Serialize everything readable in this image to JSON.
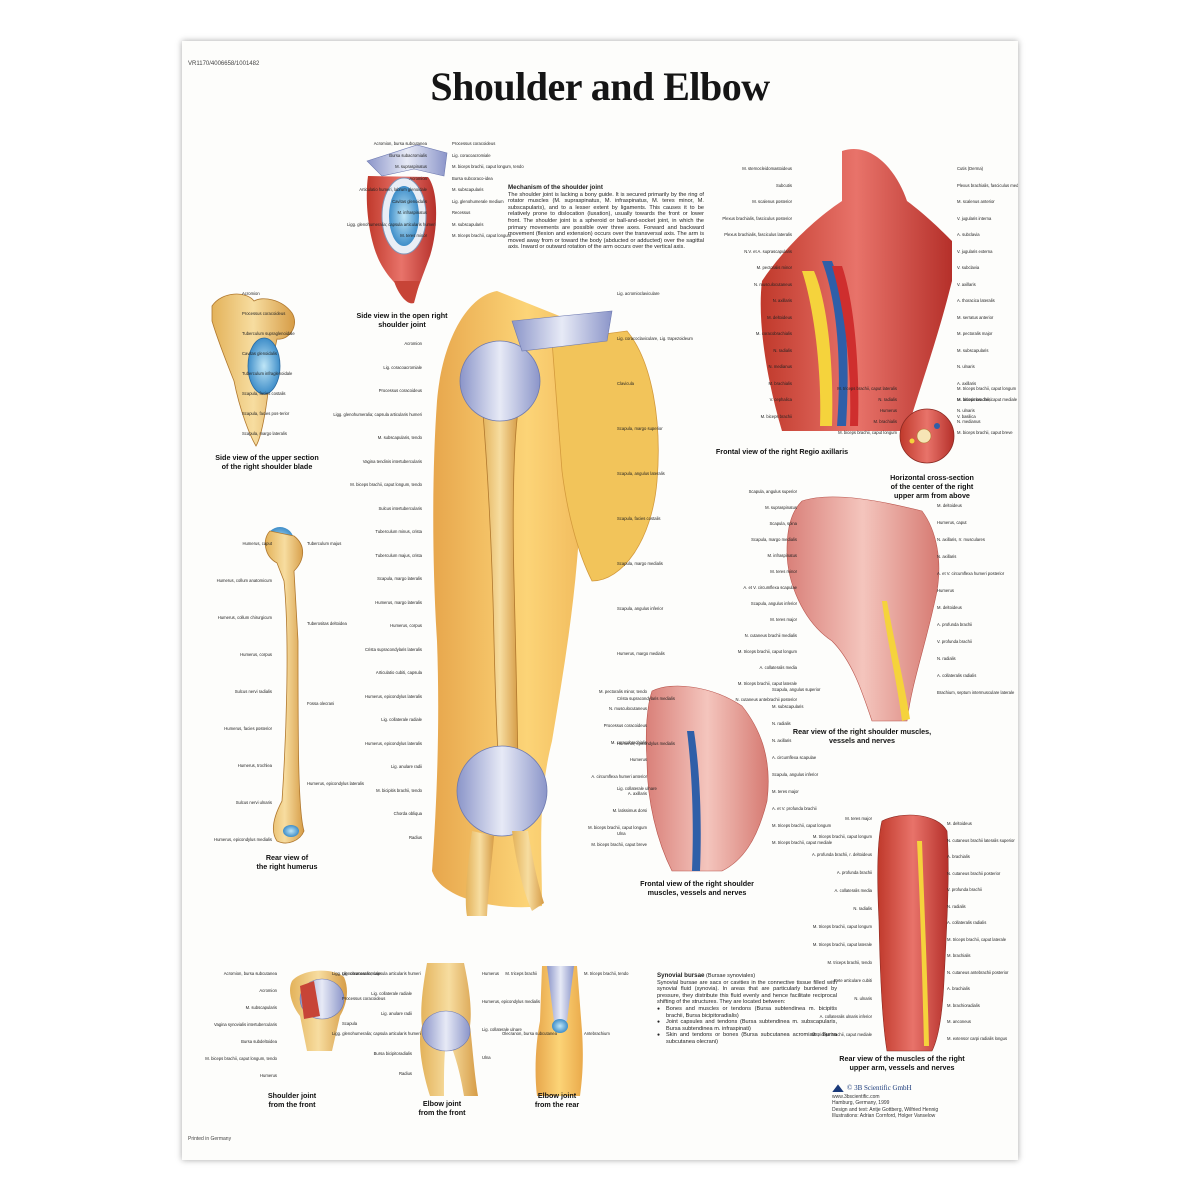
{
  "poster": {
    "code": "VR1170/4006658/1001482",
    "title": "Shoulder and Elbow",
    "printed": "Printed in Germany",
    "brand": "© 3B Scientific GmbH",
    "credits": [
      "www.3bscientific.com",
      "Hamburg, Germany, 1999",
      "Design and text: Antje Gottberg, Wilfried Hennig",
      "Illustrations: Adrian Cornford, Holger Vanselow"
    ]
  },
  "captions": {
    "open_shoulder": "Side view in the open right\nshoulder joint",
    "shoulder_blade": "Side view of the upper section\nof the right shoulder blade",
    "humerus": "Rear view of\nthe right humerus",
    "regio": "Frontal view of the right Regio axillaris",
    "cross_section": "Horizontal cross-section\nof the center of the right\nupper arm from above",
    "rear_muscles": "Rear view of the right shoulder muscles,\nvessels and nerves",
    "frontal_muscles": "Frontal view of the right shoulder\nmuscles, vessels and nerves",
    "upper_arm": "Rear view of the muscles of the right\nupper arm, vessels and nerves",
    "shoulder_front": "Shoulder joint\nfrom the front",
    "elbow_front": "Elbow joint\nfrom the front",
    "elbow_rear": "Elbow joint\nfrom the rear"
  },
  "mechanism": {
    "heading": "Mechanism of the shoulder joint",
    "body": "The shoulder joint is lacking a bony guide. It is secured primarily by the ring of rotator muscles (M. supraspinatus, M. infraspinatus, M. teres minor, M. subscapularis), and to a lesser extent by ligaments. This causes it to be relatively prone to dislocation (luxation), usually towards the front or lower front. The shoulder joint is a spheroid or ball-and-socket joint, in which the primary movements are possible over three axes. Forward and backward movement (flexion and extension) occurs over the transversal axis. The arm is moved away from or toward the body (abducted or adducted) over the sagittal axis. Inward or outward rotation of the arm occurs over the vertical axis."
  },
  "bursae": {
    "heading": "Synovial bursae",
    "heading_note": "(Bursae synoviales)",
    "body": "Synovial bursae are sacs or cavities in the connective tissue filled with synovial fluid (synovia). In areas that are particularly burdened by pressure, they distribute this fluid evenly and hence facilitate reciprocal shifting of the structures. They are located between:",
    "bullets": [
      "Bones and muscles or tendons (Bursa subtendinea m. bicipitis brachii, Bursa bicipitoradialis)",
      "Joint capsules and tendons (Bursa subtendinea m. subscapularis, Bursa subtendinea m. infraspinati)",
      "Skin and tendons or bones (Bursa subcutanea acromialis, Bursa subcutanea olecrani)"
    ]
  },
  "labels": {
    "open_left": [
      "Acromion, bursa subcutanea",
      "Bursa subacromialis",
      "M. supraspinatus",
      "Acromion",
      "Articulatio humeri, labrum glenoidale",
      "Cavitas glenoidalis",
      "M. infraspinatus",
      "Ligg. glenohumeralia; capsula articularis humeri",
      "M. teres minor"
    ],
    "open_right": [
      "Processus coracoideus",
      "Lig. coracoacromiale",
      "M. biceps brachii, caput longum, tendo",
      "Bursa subcoraco-idea",
      "M. subscapularis",
      "Lig. glenohumerale medium",
      "Recessus",
      "M. subscapularis",
      "M. triceps brachii, caput longum"
    ],
    "blade": [
      "Acromion",
      "Processus coracoideus",
      "Tuberculum supraglenoidale",
      "Cavitas glenoidalis",
      "Tuberculum infraglenoidale",
      "Scapula, facies costalis",
      "Scapula, facies pos-terior",
      "Scapula, margo lateralis"
    ],
    "humerus_left": [
      "Humerus, caput",
      "Humerus, collum anatomicum",
      "Humerus, collum chirurgicum",
      "Humerus, corpus",
      "Sulcus nervi radialis",
      "Humerus, facies posterior",
      "Humerus, trochlea",
      "Sulcus nervi ulnaris",
      "Humerus, epicondylus medialis"
    ],
    "humerus_right": [
      "Tuberculum majus",
      "Tuberositas deltoidea",
      "Fossa olecrani",
      "Humerus, epicondylus lateralis"
    ],
    "arm_left": [
      "Acromion",
      "Lig. coracoacromiale",
      "Processus coracoideus",
      "Ligg. glenohumeralia; capsula articularis humeri",
      "M. subscapularis, tendo",
      "Vagina tendinis intertubercularis",
      "M. biceps brachii, caput longum, tendo",
      "Sulcus intertubercularis",
      "Tuberculum minus, crista",
      "Tuberculum majus, crista",
      "Scapula, margo lateralis",
      "Humerus, margo lateralis",
      "Humerus, corpus",
      "Crista supracondylaris lateralis",
      "Articulatio cubiti, capsula",
      "Humerus, epicondylus lateralis",
      "Lig. collaterale radiale",
      "Humerus, epicondylus lateralis",
      "Lig. anulare radii",
      "M. bicipitis brachii, tendo",
      "Chorda obliqua",
      "Radius"
    ],
    "arm_right": [
      "Lig. acromioclaviculare",
      "Lig. coracoclaviculare, Lig. trapezoideum",
      "Clavicula",
      "Scapula, margo superior",
      "Scapula, angulus lateralis",
      "Scapula, facies costalis",
      "Scapula, margo medialis",
      "Scapula, angulus inferior",
      "Humerus, margo medialis",
      "Crista supracondylaris medialis",
      "Humerus, epicondylus medialis",
      "Lig. collaterale ulnare",
      "Ulna"
    ],
    "regio_left": [
      "M. sternocleidomastoideus",
      "Subcutis",
      "M. scalenus posterior",
      "Plexus brachialis, fasciculus posterior",
      "Plexus brachialis, fasciculus lateralis",
      "N.V. et A. suprascapularis",
      "M. pectoralis minor",
      "N. musculocutaneus",
      "N. axillaris",
      "M. deltoideus",
      "M. coracobrachialis",
      "N. radialis",
      "N. medianus",
      "M. brachialis",
      "V. cephalica",
      "M. biceps brachii"
    ],
    "regio_right": [
      "Cutis (Derma)",
      "Plexus brachialis, fasciculus medialis",
      "M. scalenus anterior",
      "V. jugularis interna",
      "A. subclavia",
      "V. jugularis externa",
      "V. subclavia",
      "V. axillaris",
      "A. thoracica lateralis",
      "M. serratus anterior",
      "M. pectoralis major",
      "M. subscapularis",
      "N. ulnaris",
      "A. axillaris",
      "M. latissimus dorsi",
      "V. basilica"
    ],
    "cross_left": [
      "M. triceps brachii, caput lateralis",
      "N. radialis",
      "Humerus",
      "M. brachialis",
      "M. biceps brachii, caput longum"
    ],
    "cross_right": [
      "M. triceps brachii, caput longum",
      "M. triceps brachii, caput mediale",
      "N. ulnaris",
      "N. medianus",
      "M. biceps brachii, caput breve"
    ],
    "rear_left": [
      "Scapula, angulus superior",
      "M. supraspinatus",
      "Scapula, spina",
      "Scapula, margo medialis",
      "M. infraspinatus",
      "M. teres minor",
      "A. et V. circumflexa scapulae",
      "Scapula, angulus inferior",
      "M. teres major",
      "N. cutaneus brachii medialis",
      "M. triceps brachii, caput longum",
      "A. collateralis media",
      "M. triceps brachii, caput laterale",
      "N. cutaneus antebrachii posterior"
    ],
    "rear_right": [
      "M. deltoideus",
      "Humerus, caput",
      "N. axillaris, rr. musculares",
      "N. axillaris",
      "A. et V. circumflexa humeri posterior",
      "Humerus",
      "M. deltoideus",
      "A. profunda brachii",
      "V. profunda brachii",
      "N. radialis",
      "A. collateralis radialis",
      "Brachium, septum intermusculare laterale"
    ],
    "front_left": [
      "M. pectoralis minor, tendo",
      "N. musculocutaneus",
      "Processus coracoideus",
      "M. coracobrachialis",
      "Humerus",
      "A. circumflexa humeri anterior",
      "A. axillaris",
      "M. latissimus dorsi",
      "M. biceps brachii, caput longum",
      "M. biceps brachii, caput breve"
    ],
    "front_right": [
      "Scapula, angulus superior",
      "M. subscapularis",
      "N. radialis",
      "N. axillaris",
      "A. circumflexa scapulae",
      "Scapula, angulus inferior",
      "M. teres major",
      "A. et V. profunda brachii",
      "M. triceps brachii, caput longum",
      "M. triceps brachii, caput mediale"
    ],
    "upper_left": [
      "M. teres major",
      "M. triceps brachii, caput longum",
      "A. profunda brachii, r. deltoideus",
      "A. profunda brachii",
      "A. collateralis media",
      "N. radialis",
      "M. triceps brachii, caput longum",
      "M. triceps brachii, caput laterale",
      "M. triceps brachii, tendo",
      "Rete articulare cubiti",
      "N. ulnaris",
      "A. collateralis ulnaris inferior",
      "M. triceps brachii, caput mediale"
    ],
    "upper_right": [
      "M. deltoideus",
      "N. cutaneus brachii lateralis superior",
      "A. brachialis",
      "N. cutaneus brachii posterior",
      "V. profunda brachii",
      "N. radialis",
      "A. collateralis radialis",
      "M. triceps brachii, caput laterale",
      "M. brachialis",
      "N. cutaneus antebrachii posterior",
      "A. brachialis",
      "M. brachioradialis",
      "M. anconeus",
      "M. extensor carpi radialis longus"
    ],
    "sj_left": [
      "Acromion, bursa subcutanea",
      "Acromion",
      "M. subscapularis",
      "Vagina synovialis intertubercularis",
      "Bursa subdeltoidea",
      "M. biceps brachii, caput longum, tendo",
      "Humerus"
    ],
    "sj_right": [
      "Lig. coracoacromiale",
      "Processus coracoideus",
      "Scapula"
    ],
    "ej_left": [
      "Ligg. glenohumeralia; capsula articularis humeri",
      "Lig. collaterale radiale",
      "Lig. anulare radii",
      "Ligg. glenohumeralia; capsula articularis humeri",
      "Bursa bicipitoradialis",
      "Radius"
    ],
    "ej_right": [
      "Humerus",
      "Humerus, epicondylus medialis",
      "Lig. collaterale ulnare",
      "Ulna"
    ],
    "er_left": [
      "M. triceps brachii",
      "Olecranon, bursa subcutanea"
    ],
    "er_right": [
      "M. triceps brachii, tendo",
      "Antebrachium"
    ]
  }
}
